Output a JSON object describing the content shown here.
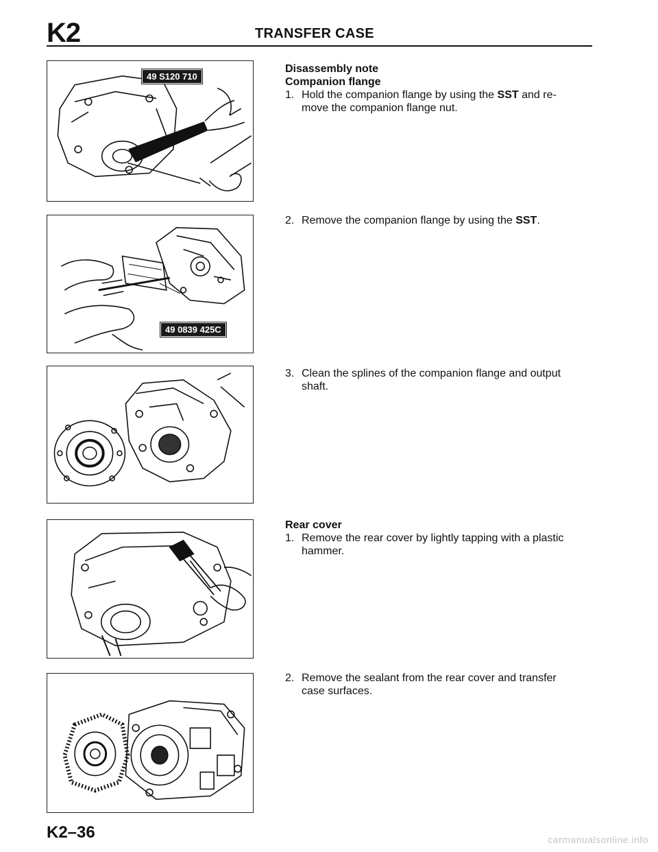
{
  "header": {
    "section_code": "K2",
    "title": "TRANSFER CASE"
  },
  "figures": [
    {
      "label": "49 S120 710",
      "depicts": "holding companion flange with SST"
    },
    {
      "label": "49 0839 425C",
      "depicts": "puller removing companion flange"
    },
    {
      "label": "",
      "depicts": "companion flange and output shaft splines"
    },
    {
      "label": "",
      "depicts": "tapping rear cover with plastic hammer"
    },
    {
      "label": "",
      "depicts": "rear cover and transfer case mating surfaces"
    }
  ],
  "blocks": [
    {
      "headings": [
        "Disassembly note",
        "Companion flange"
      ],
      "step": {
        "num": "1.",
        "pre": "Hold the companion flange by using the ",
        "bold": "SST",
        "line1_post": " and re-",
        "line2": "move the companion flange nut."
      }
    },
    {
      "step": {
        "num": "2.",
        "pre": "Remove the companion flange by using the ",
        "bold": "SST",
        "post": "."
      }
    },
    {
      "step": {
        "num": "3.",
        "line1": "Clean the splines of the companion flange and output",
        "line2": "shaft."
      }
    },
    {
      "headings": [
        "Rear cover"
      ],
      "step": {
        "num": "1.",
        "line1": "Remove the rear cover by lightly tapping with a plastic",
        "line2": "hammer."
      }
    },
    {
      "step": {
        "num": "2.",
        "line1": "Remove the sealant from the rear cover and transfer",
        "line2": "case surfaces."
      }
    }
  ],
  "footer": {
    "page_number": "K2–36",
    "watermark": "carmanualsonline.info"
  }
}
